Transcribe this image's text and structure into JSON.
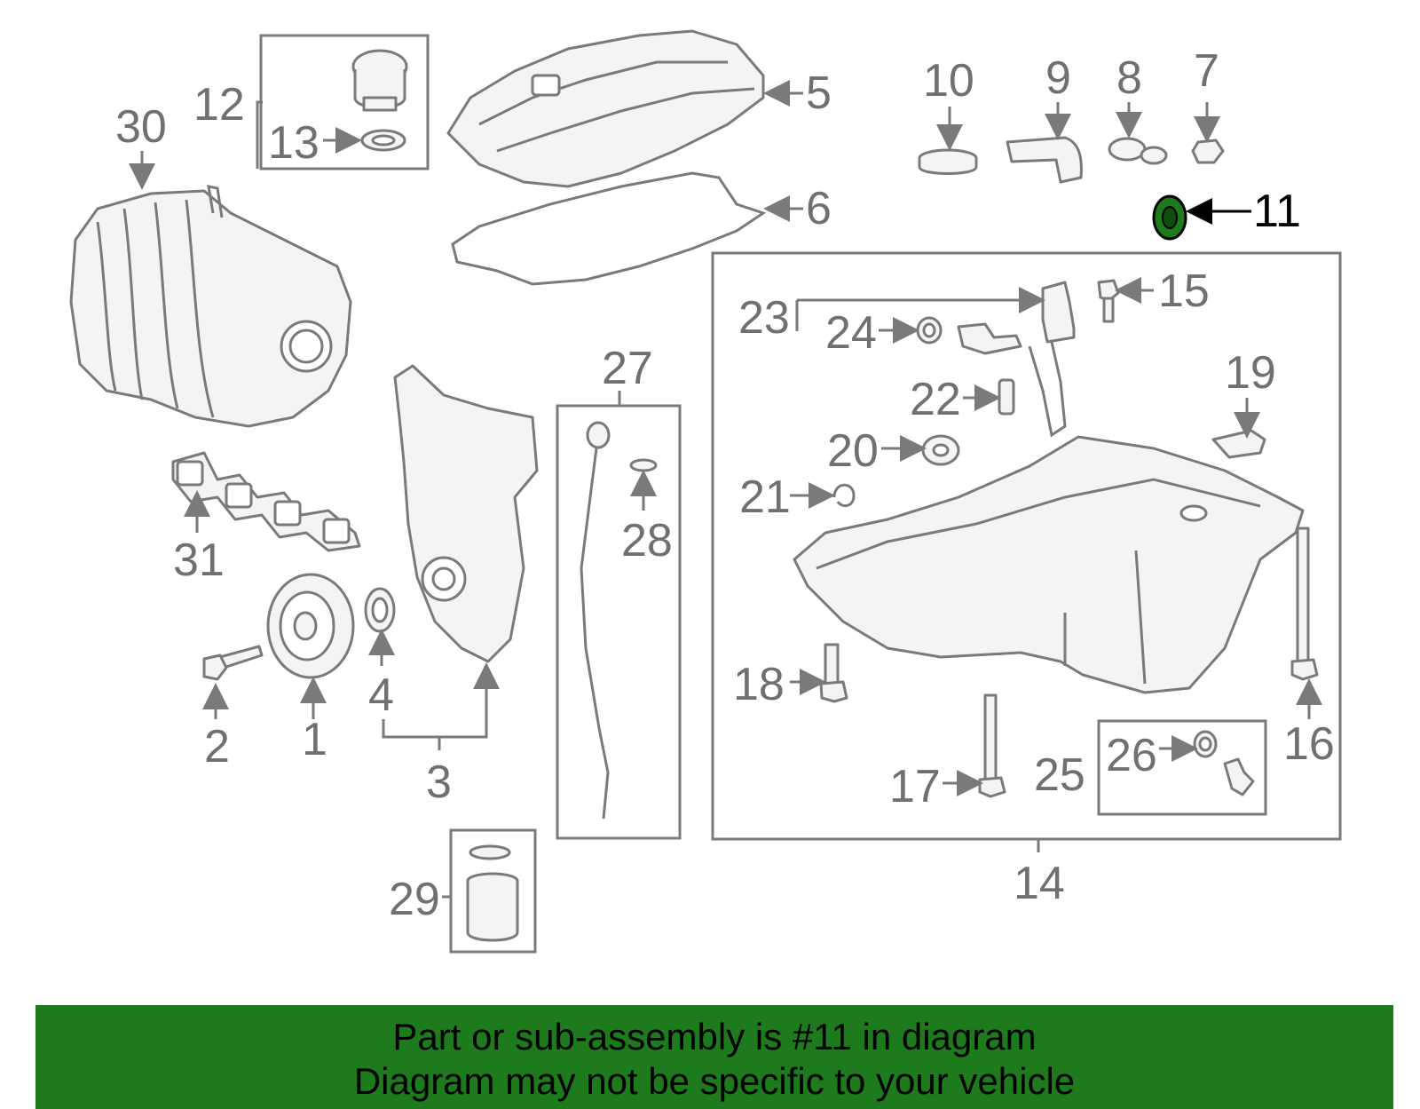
{
  "callouts": {
    "c1": "1",
    "c2": "2",
    "c3": "3",
    "c4": "4",
    "c5": "5",
    "c6": "6",
    "c7": "7",
    "c8": "8",
    "c9": "9",
    "c10": "10",
    "c11": "11",
    "c12": "12",
    "c13": "13",
    "c14": "14",
    "c15": "15",
    "c16": "16",
    "c17": "17",
    "c18": "18",
    "c19": "19",
    "c20": "20",
    "c21": "21",
    "c22": "22",
    "c23": "23",
    "c24": "24",
    "c25": "25",
    "c26": "26",
    "c27": "27",
    "c28": "28",
    "c29": "29",
    "c30": "30",
    "c31": "31"
  },
  "highlight": {
    "part": "11",
    "color": "#1d7a1d"
  },
  "banner": {
    "line1": "Part or sub-assembly is #11 in diagram",
    "line2": "Diagram may not be specific to your vehicle",
    "color": "#1d7a1d"
  }
}
